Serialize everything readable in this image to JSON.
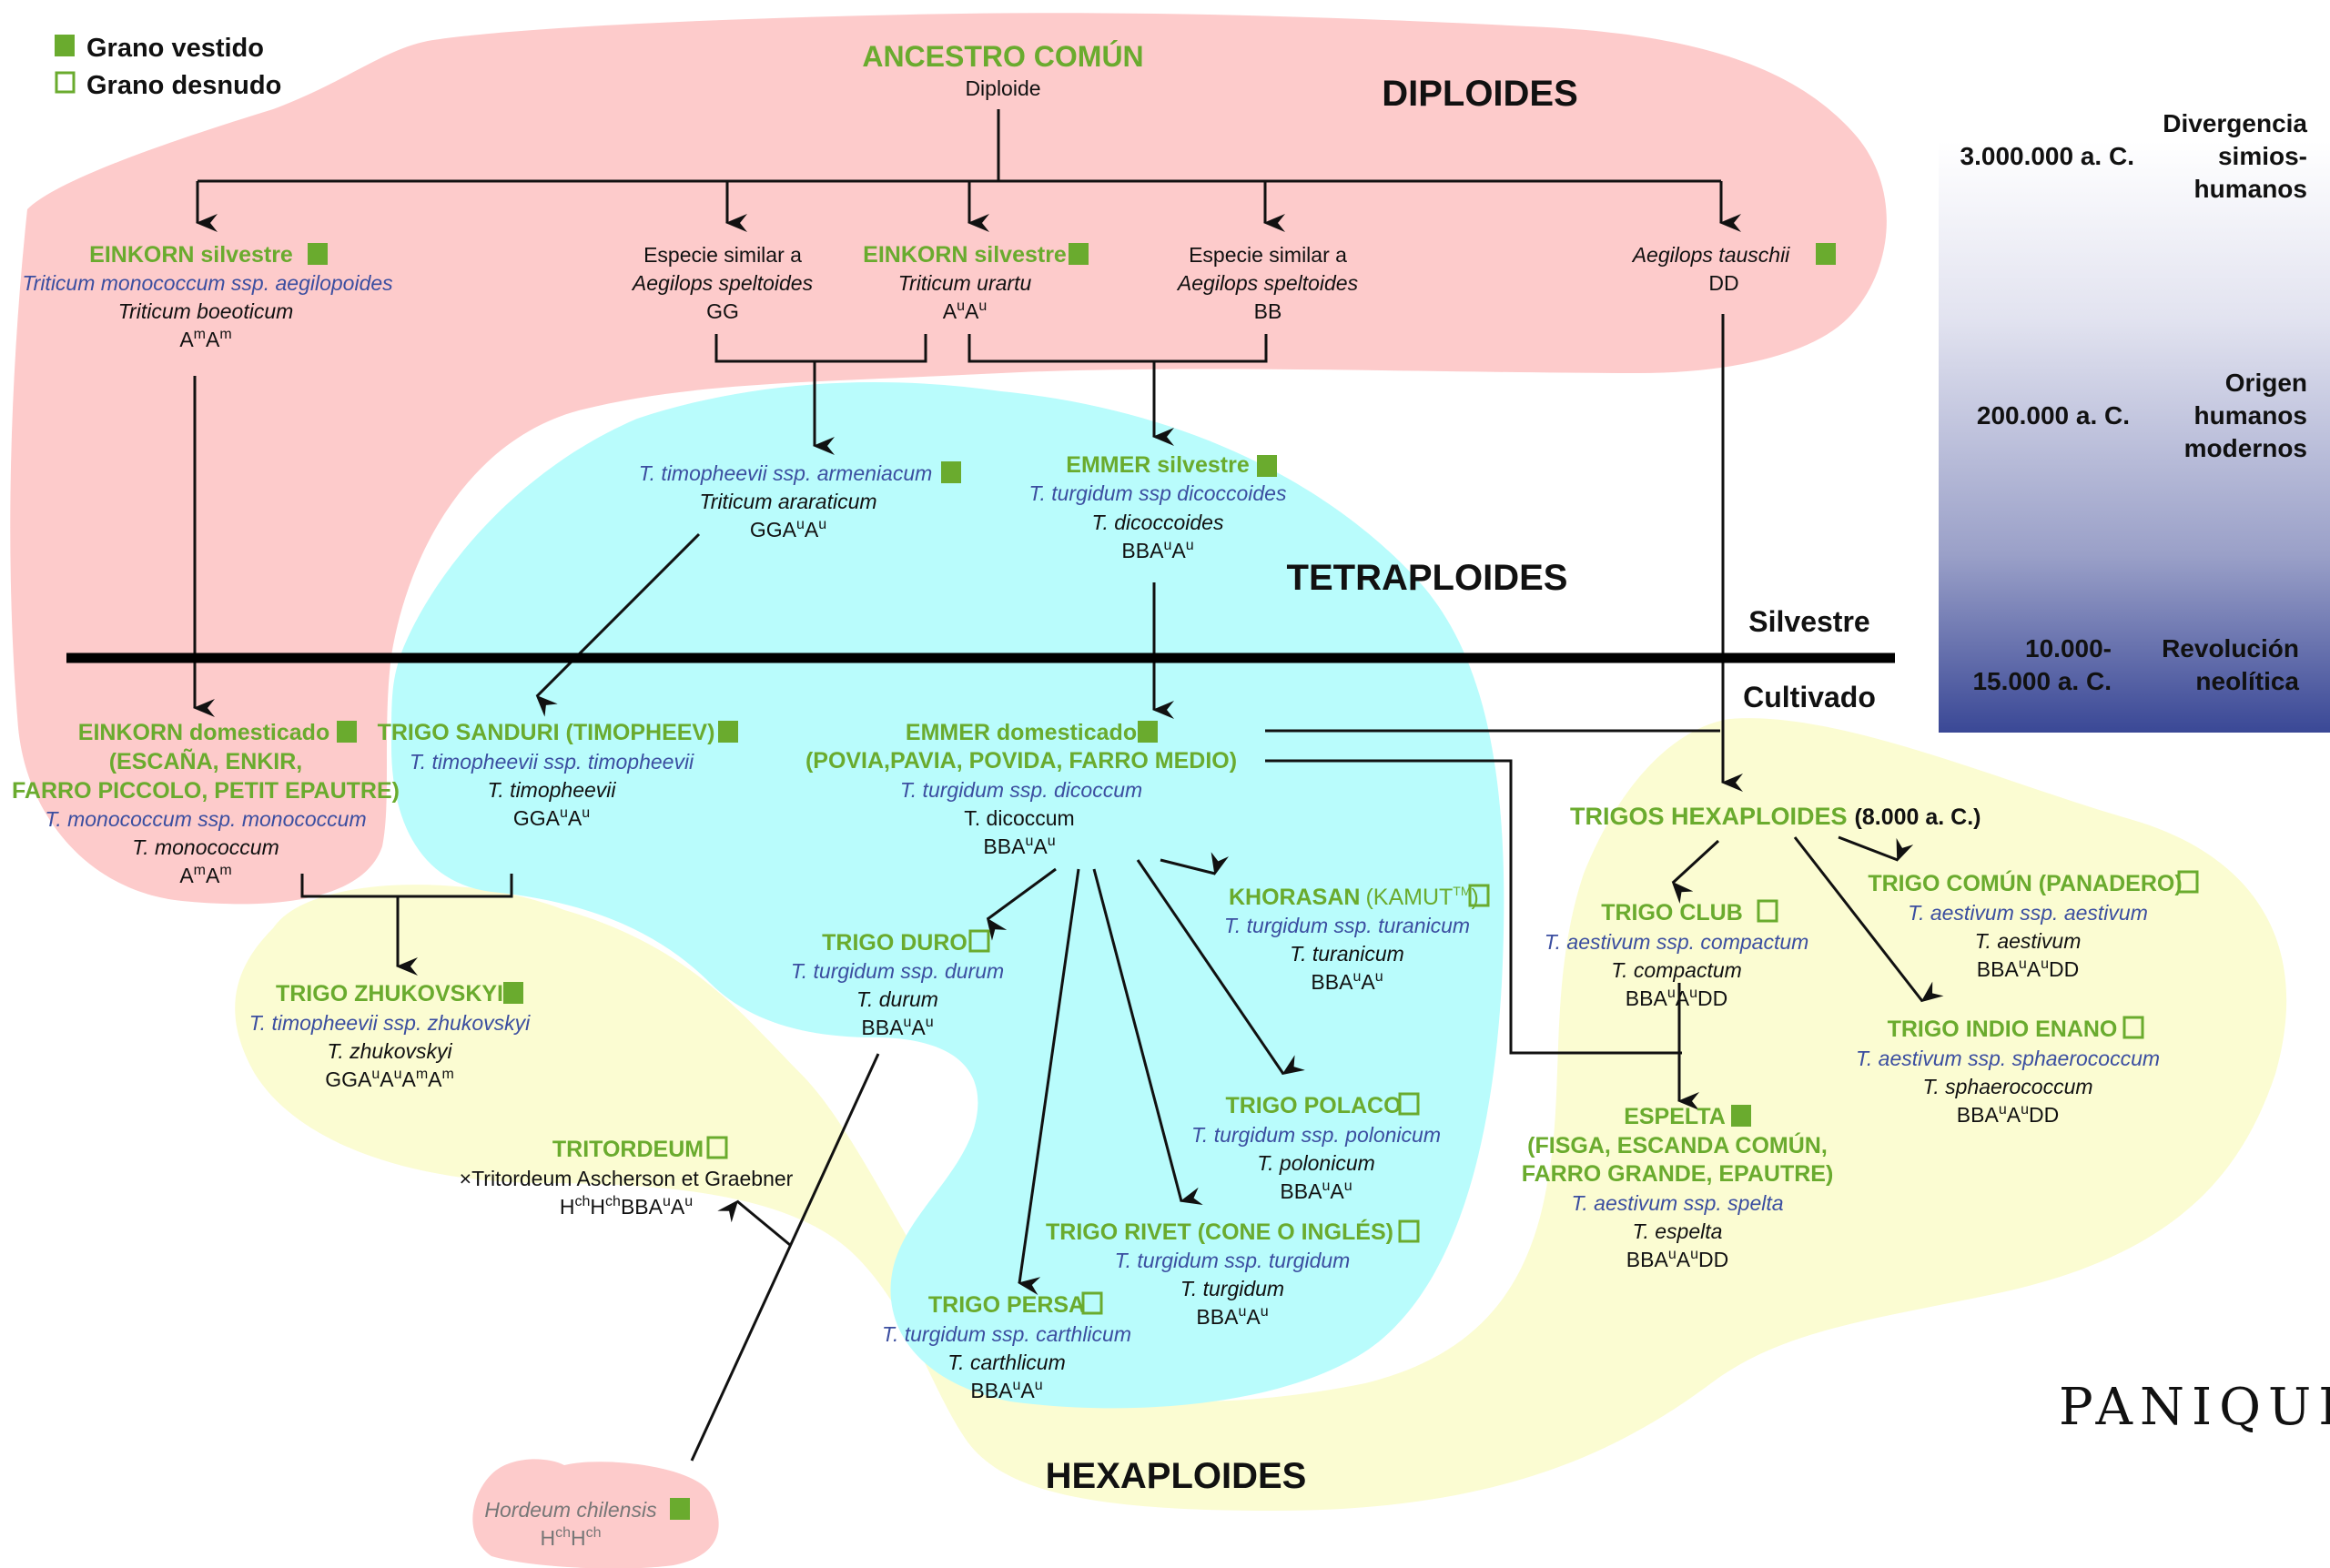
{
  "colors": {
    "diploid_blob": "#fdcbcb",
    "tetraploid_blob": "#b9fcfc",
    "hexaploid_blob": "#fbfcd2",
    "accent_green": "#6aab2e",
    "subspecies_blue": "#3b4ea0",
    "timeline_top": "#ffffff",
    "timeline_bottom": "#3a4896"
  },
  "legend": {
    "items": [
      {
        "icon": "filled-square-icon",
        "label": "Grano vestido"
      },
      {
        "icon": "empty-square-icon",
        "label": "Grano desnudo"
      }
    ]
  },
  "regions": {
    "diploid": "DIPLOIDES",
    "tetraploid": "TETRAPLOIDES",
    "hexaploid": "HEXAPLOIDES"
  },
  "divider": {
    "above": "Silvestre",
    "below": "Cultivado"
  },
  "timeline": {
    "entries": [
      {
        "date": [
          "3.000.000 a. C."
        ],
        "event": [
          "Divergencia",
          "simios-",
          "humanos"
        ]
      },
      {
        "date": [
          "200.000 a. C."
        ],
        "event": [
          "Origen",
          "humanos",
          "modernos"
        ]
      },
      {
        "date": [
          "10.000-",
          "15.000 a. C."
        ],
        "event": [
          "Revolución",
          "neolítica"
        ]
      }
    ]
  },
  "brand": "PANIQUESILLO",
  "nodes": {
    "ancestor": {
      "title": "ANCESTRO COMÚN",
      "lines": [
        "Diploide"
      ]
    },
    "einkorn_wild": {
      "title": "EINKORN silvestre",
      "grain": "vestido",
      "subspecies": "Triticum monococcum ssp. aegilopoides",
      "species": "Triticum boeoticum",
      "genome": "AmAm"
    },
    "speltoides_gg": {
      "lines": [
        "Especie similar a"
      ],
      "species": "Aegilops speltoides",
      "genome": "GG"
    },
    "einkorn_urartu": {
      "title": "EINKORN silvestre",
      "grain": "vestido",
      "species": "Triticum urartu",
      "genome": "AuAu"
    },
    "speltoides_bb": {
      "lines": [
        "Especie similar a"
      ],
      "species": "Aegilops speltoides",
      "genome": "BB"
    },
    "tauschii": {
      "species": "Aegilops tauschii",
      "grain": "vestido",
      "genome": "DD"
    },
    "armeniacum": {
      "subspecies": "T. timopheevii ssp. armeniacum",
      "grain": "vestido",
      "species": "Triticum araraticum",
      "genome": "GGAuAu"
    },
    "emmer_wild": {
      "title": "EMMER silvestre",
      "grain": "vestido",
      "subspecies": "T. turgidum ssp dicoccoides",
      "species": "T. dicoccoides",
      "genome": "BBAuAu"
    },
    "einkorn_dom": {
      "title": "EINKORN domesticado",
      "grain": "vestido",
      "aliases": [
        "(ESCAÑA, ENKIR,",
        "FARRO PICCOLO, PETIT EPAUTRE)"
      ],
      "subspecies": "T. monococcum ssp. monococcum",
      "species": "T. monococcum",
      "genome": "AmAm"
    },
    "sanduri": {
      "title": "TRIGO SANDURI (TIMOPHEEV)",
      "grain": "vestido",
      "subspecies": "T. timopheevii ssp. timopheevii",
      "species": "T. timopheevii",
      "genome": "GGAuAu"
    },
    "emmer_dom": {
      "title": "EMMER domesticado",
      "grain": "vestido",
      "aliases": [
        "(POVIA,PAVIA, POVIDA, FARRO MEDIO)"
      ],
      "subspecies": "T. turgidum ssp. dicoccum",
      "species": "T. dicoccum",
      "genome": "BBAuAu"
    },
    "zhukovskyi": {
      "title": "TRIGO ZHUKOVSKYI",
      "grain": "vestido",
      "subspecies": "T. timopheevii ssp. zhukovskyi",
      "species": "T. zhukovskyi",
      "genome": "GGAuAuAmAm"
    },
    "duro": {
      "title": "TRIGO DURO",
      "grain": "desnudo",
      "subspecies": "T. turgidum ssp. durum",
      "species": "T. durum",
      "genome": "BBAuAu"
    },
    "khorasan": {
      "title": "KHORASAN",
      "title_extra": "(KAMUT",
      "title_tm": "TM",
      "title_close": ")",
      "grain": "desnudo",
      "subspecies": "T. turgidum ssp. turanicum",
      "species": "T. turanicum",
      "genome": "BBAuAu"
    },
    "polaco": {
      "title": "TRIGO POLACO",
      "grain": "desnudo",
      "subspecies": "T. turgidum ssp. polonicum",
      "species": "T. polonicum",
      "genome": "BBAuAu"
    },
    "rivet": {
      "title": "TRIGO RIVET (CONE O INGLÉS)",
      "grain": "desnudo",
      "subspecies": "T. turgidum ssp. turgidum",
      "species": "T. turgidum",
      "genome": "BBAuAu"
    },
    "persa": {
      "title": "TRIGO PERSA",
      "grain": "desnudo",
      "subspecies": "T. turgidum ssp. carthlicum",
      "species": "T. carthlicum",
      "genome": "BBAuAu"
    },
    "tritordeum": {
      "title": "TRITORDEUM",
      "grain": "desnudo",
      "species": "×Tritordeum Ascherson et Graebner",
      "genome": "HchHchBBAuAu"
    },
    "hordeum": {
      "species": "Hordeum chilensis",
      "grain": "vestido",
      "genome": "HchHch"
    },
    "hexaploid": {
      "title": "TRIGOS HEXAPLOIDES",
      "date": "(8.000 a. C.)"
    },
    "club": {
      "title": "TRIGO CLUB",
      "grain": "desnudo",
      "subspecies": "T. aestivum ssp. compactum",
      "species": "T. compactum",
      "genome": "BBAuAuDD"
    },
    "comun": {
      "title": "TRIGO COMÚN (PANADERO)",
      "grain": "desnudo",
      "subspecies": "T. aestivum ssp. aestivum",
      "species": "T. aestivum",
      "genome": "BBAuAuDD"
    },
    "indio": {
      "title": "TRIGO INDIO ENANO",
      "grain": "desnudo",
      "subspecies": "T. aestivum ssp. sphaerococcum",
      "species": "T.  sphaerococcum",
      "genome": "BBAuAuDD"
    },
    "espelta": {
      "title": "ESPELTA",
      "grain": "vestido",
      "aliases": [
        "(FISGA, ESCANDA COMÚN,",
        "FARRO GRANDE, EPAUTRE)"
      ],
      "subspecies": "T. aestivum ssp. spelta",
      "species": "T. espelta",
      "genome": "BBAuAuDD"
    }
  }
}
